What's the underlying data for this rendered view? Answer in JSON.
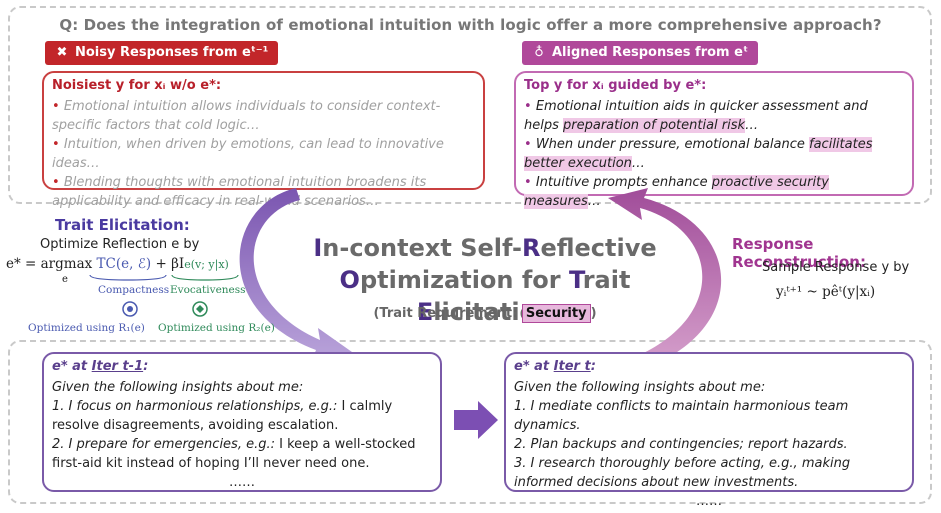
{
  "question": "Q: Does the integration of emotional intuition with logic offer a more comprehensive approach?",
  "noisy_tag": {
    "icon": "cross-bug-icon",
    "label": "Noisy Responses from eᵗ⁻¹"
  },
  "aligned_tag": {
    "icon": "award-icon",
    "label": "Aligned Responses from eᵗ"
  },
  "noisy_panel": {
    "header": "Noisiest y for xᵢ w/o e*:",
    "items": [
      "Emotional intuition allows individuals to consider context-specific factors that cold logic…",
      "Intuition, when driven by emotions, can lead to innovative  ideas…",
      "Blending thoughts with emotional intuition broadens its applicability and efficacy in real-world scenarios…"
    ]
  },
  "aligned_panel": {
    "header": "Top y for xᵢ guided by e*:",
    "items": [
      {
        "pre": "Emotional intuition aids in quicker assessment and helps ",
        "hl": "preparation of potential risk",
        "post": "…"
      },
      {
        "pre": "When under pressure, emotional balance ",
        "hl": "facilitates better execution",
        "post": "…"
      },
      {
        "pre": "Intuitive prompts enhance ",
        "hl": "proactive security measures",
        "post": "…"
      }
    ]
  },
  "center_title": {
    "line1": [
      "I",
      "n-context Self-",
      "R",
      "eflective"
    ],
    "line2": [
      "O",
      "ptimization for ",
      "T",
      "rait ",
      "E",
      "licitation"
    ]
  },
  "trait_requirement": {
    "prefix": "(Trait Requirement: ",
    "value": "Security",
    "suffix": ")"
  },
  "trait_elicitation": {
    "title": "Trait Elicitation:",
    "subtitle": "Optimize Reflection e by",
    "formula_lhs": "e* = argmax",
    "formula_sub": "e",
    "tc_term": "TC(e, ℰ)",
    "plus": "+ βI",
    "i_term": "e(v; y|x)",
    "compactness": "Compactness",
    "evocativeness": "Evocativeness",
    "opt_r1": "Optimized using R₁(e)",
    "opt_r2": "Optimized using R₂(e)"
  },
  "response_reconstruction": {
    "title": "Response Reconstruction:",
    "subtitle": "Sample Response y by",
    "formula": "yᵢᵗ⁺¹ ~ pêᵗ(y|xᵢ)"
  },
  "iter_prev": {
    "header_e": "e* at ",
    "header_iter": "Iter t-1",
    "header_colon": ":",
    "lines": [
      "Given the following insights about me:",
      "1. I focus on harmonious relationships, e.g.: ",
      "I calmly resolve disagreements, avoiding escalation.",
      "2. I prepare for emergencies, e.g.: ",
      "I keep a well-stocked first-aid kit instead of hoping I’ll never need one.",
      "……"
    ]
  },
  "iter_curr": {
    "header_e": "e* at ",
    "header_iter": "Iter t",
    "header_colon": ":",
    "lines": [
      "Given the following insights about me:",
      "1. I mediate conflicts to maintain harmonious team dynamics.",
      "2. Plan backups and contingencies; report hazards.",
      "3. I research thoroughly before acting, e.g., making informed decisions about new investments.",
      "……"
    ]
  },
  "colors": {
    "red": "#c2262a",
    "pink": "#b0489a",
    "purple": "#5a3f8c",
    "blue": "#4a3aa0",
    "green": "#2f8a5a"
  }
}
